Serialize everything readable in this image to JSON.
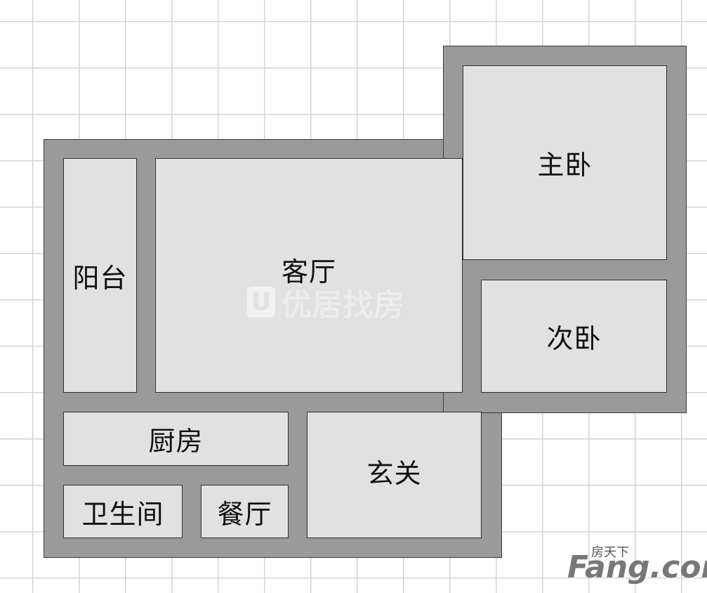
{
  "floorplan": {
    "rooms": {
      "master_bedroom": "主卧",
      "second_bedroom": "次卧",
      "balcony": "阳台",
      "living_room": "客厅",
      "kitchen": "厨房",
      "entrance": "玄关",
      "bathroom": "卫生间",
      "dining_room": "餐厅"
    }
  },
  "watermark": {
    "badge": "U",
    "text": "优居找房"
  },
  "brand": {
    "top": "房天下",
    "main": "Fang.com"
  }
}
